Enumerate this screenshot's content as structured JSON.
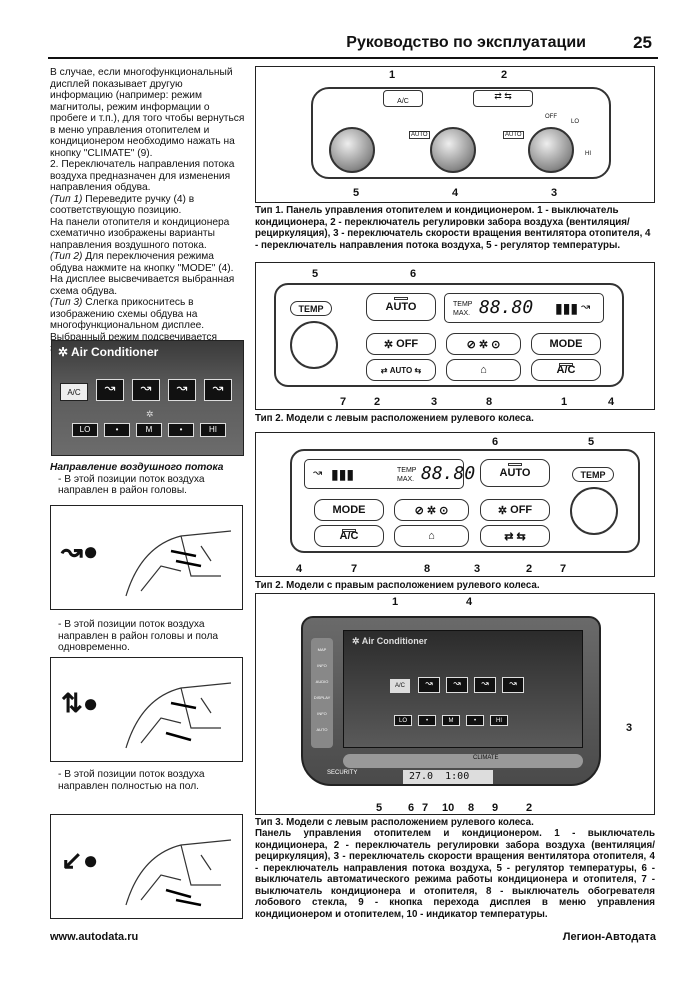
{
  "header": {
    "title": "Руководство по эксплуатации",
    "page": "25"
  },
  "left_text": {
    "p1": "В случае, если многофункциональный дисплей показывает другую информацию (например: режим магнитолы, режим информации о пробеге и т.п.), для того чтобы вернуться в меню управления отопителем и кондиционером необходимо нажать на кнопку \"CLIMATE\" (9).",
    "p2": "2. Переключатель направления потока воздуха предназначен для изменения направления обдува.",
    "p3_lead": "(Тип 1)",
    "p3": " Переведите ручку (4) в соответствующую позицию.",
    "p4": "На панели отопителя и кондиционера схематично изображены варианты направления воздушного потока.",
    "p5_lead": "(Тип 2)",
    "p5": " Для переключения режима обдува нажмите на кнопку \"MODE\" (4). На дисплее высвечивается выбранная схема обдува.",
    "p6_lead": "(Тип 3)",
    "p6": " Слегка прикоснитесь в изображению схемы обдува на многофункциональном дисплее. Выбранный режим подсвечивается зеленым цветом."
  },
  "ac_screen": {
    "title": "Air Conditioner",
    "ac": "A/C",
    "lo": "LO",
    "m": "M",
    "hi": "HI",
    "dot": "•"
  },
  "airflow": {
    "heading": "Направление воздушного потока",
    "t1": "- В этой позиции поток воздуха направлен в район головы.",
    "t2": "- В этой позиции поток воздуха направлен в район головы и пола одновременно.",
    "t3": "- В этой позиции поток воздуха направлен полностью на пол."
  },
  "fig1": {
    "labels": [
      "1",
      "2",
      "3",
      "4",
      "5"
    ],
    "ac": "A/C",
    "off": "OFF",
    "lo": "LO",
    "hi": "HI",
    "auto": "AUTO",
    "auto2": "AUTO",
    "caption": "Тип 1. Панель управления отопителем и кондиционером. 1 - выключатель кондиционера, 2 - переключатель регулировки забора воздуха (вентиляция/рециркуляция), 3 - переключатель скорости вращения вентилятора отопителя, 4 - переключатель направления потока воздуха, 5 - регулятор температуры."
  },
  "fig2": {
    "labels": [
      "5",
      "6",
      "7",
      "2",
      "3",
      "8",
      "1",
      "4"
    ],
    "temp": "TEMP",
    "auto": "AUTO",
    "off": "OFF",
    "mode": "MODE",
    "ac": "A/C",
    "auto_small": "AUTO",
    "disp_temp": "TEMP",
    "disp_max": "MAX.",
    "disp_val": "88.80",
    "caption": "Тип 2. Модели с левым расположением рулевого колеса."
  },
  "fig3": {
    "labels": [
      "6",
      "5",
      "4",
      "7",
      "3",
      "8",
      "2",
      "7"
    ],
    "temp": "TEMP",
    "auto": "AUTO",
    "off": "OFF",
    "mode": "MODE",
    "ac": "A/C",
    "disp_temp": "TEMP",
    "disp_max": "MAX.",
    "disp_val": "88.80",
    "caption": "Тип 2. Модели с правым расположением рулевого колеса."
  },
  "fig4": {
    "labels_top": [
      "1",
      "4"
    ],
    "label_right": "3",
    "labels_bottom": [
      "5",
      "6",
      "7",
      "10",
      "8",
      "9",
      "2"
    ],
    "title": "Air Conditioner",
    "ac": "A/C",
    "lo": "LO",
    "m": "M",
    "hi": "HI",
    "side": [
      "MAP",
      "INFO",
      "AUDIO",
      "DISPLAY",
      "INFO",
      "AUTO"
    ],
    "climate": "CLIMATE",
    "temp_val": "27.0",
    "clock": "1:00",
    "security": "SECURITY",
    "caption": "Тип 3. Модели с левым расположением рулевого колеса.",
    "caption2": "Панель управления отопителем и кондиционером. 1 - выключатель кондиционера, 2 - переключатель регулировки забора воздуха (вентиляция/рециркуляция), 3 - переключатель скорости вращения вентилятора отопителя, 4 - переключатель направления потока воздуха, 5 - регулятор температуры, 6 - выключатель автоматического режима работы кондиционера и отопителя, 7 - выключатель кондиционера и отопителя, 8 - выключатель обогревателя лобового стекла, 9 - кнопка перехода дисплея в меню управления кондиционером и отопителем, 10 - индикатор температуры."
  },
  "footer": {
    "left": "www.autodata.ru",
    "right": "Легион-Автодата"
  }
}
